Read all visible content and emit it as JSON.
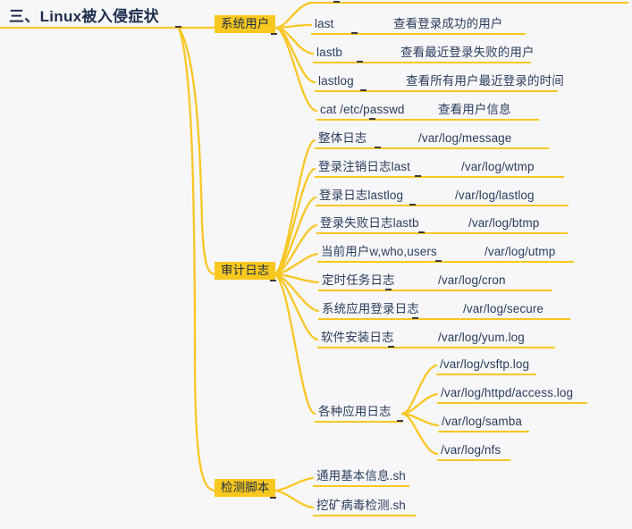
{
  "document": {
    "type": "mindmap",
    "background_color": "#f7f7f9",
    "accent_color": "#f9c623",
    "text_color": "#2b3d5c",
    "root_text_color": "#1d2d4c"
  },
  "root": {
    "label": "三、Linux被入侵症状"
  },
  "branches": [
    {
      "label": "系统用户",
      "highlighted": true,
      "children": [
        {
          "cmd": "",
          "desc": "",
          "clipped": true
        },
        {
          "cmd": "last",
          "desc": "查看登录成功的用户"
        },
        {
          "cmd": "lastb",
          "desc": "查看最近登录失败的用户"
        },
        {
          "cmd": "lastlog",
          "desc": "查看所有用户最近登录的时间"
        },
        {
          "cmd": "cat /etc/passwd",
          "desc": "查看用户信息"
        }
      ]
    },
    {
      "label": "审计日志",
      "highlighted": true,
      "children": [
        {
          "cmd": "整体日志",
          "desc": "/var/log/message"
        },
        {
          "cmd": "登录注销日志last",
          "desc": "/var/log/wtmp"
        },
        {
          "cmd": "登录日志lastlog",
          "desc": "/var/log/lastlog"
        },
        {
          "cmd": "登录失败日志lastb",
          "desc": "/var/log/btmp"
        },
        {
          "cmd": "当前用户w,who,users",
          "desc": "/var/log/utmp"
        },
        {
          "cmd": "定时任务日志",
          "desc": "/var/log/cron"
        },
        {
          "cmd": "系统应用登录日志",
          "desc": "/var/log/secure"
        },
        {
          "cmd": "软件安装日志",
          "desc": "/var/log/yum.log"
        },
        {
          "cmd": "各种应用日志",
          "desc": "",
          "children": [
            {
              "label": "/var/log/vsftp.log"
            },
            {
              "label": "/var/log/httpd/access.log"
            },
            {
              "label": "/var/log/samba"
            },
            {
              "label": "/var/log/nfs"
            }
          ]
        }
      ]
    },
    {
      "label": "检测脚本",
      "highlighted": true,
      "children": [
        {
          "cmd": "通用基本信息.sh",
          "desc": ""
        },
        {
          "cmd": "挖矿病毒检测.sh",
          "desc": ""
        }
      ]
    }
  ]
}
